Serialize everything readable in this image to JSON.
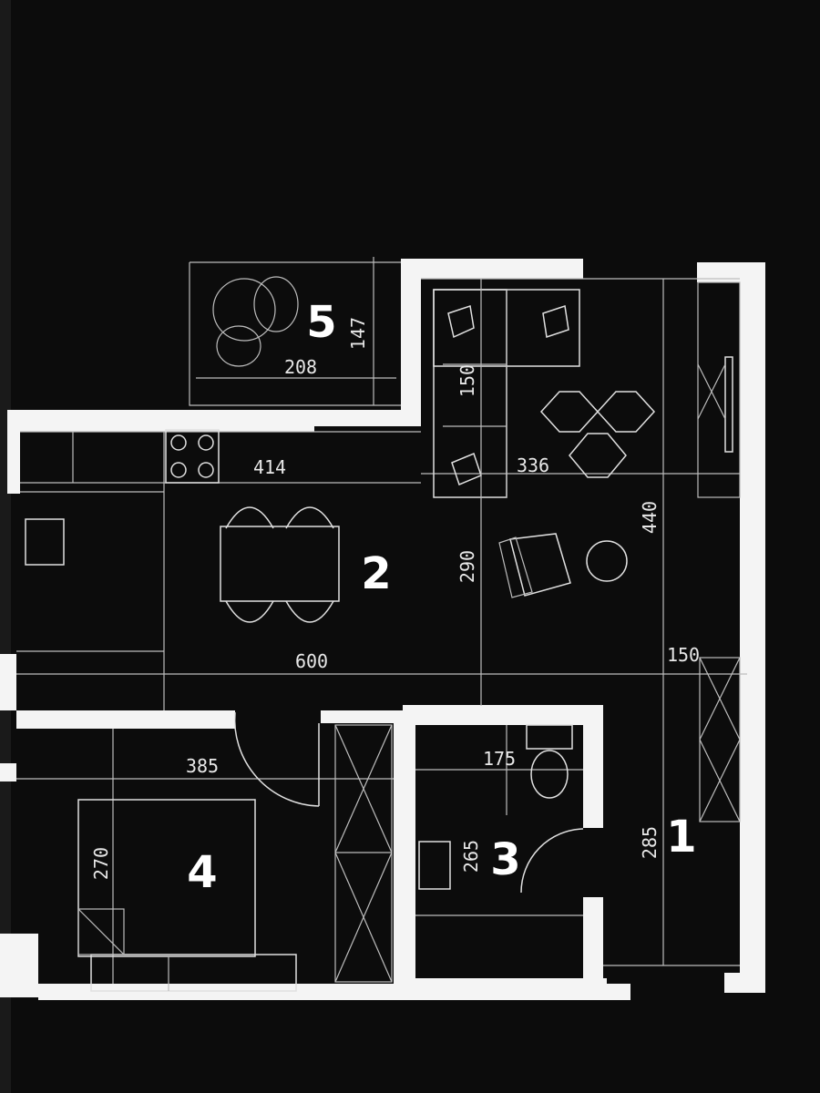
{
  "plan": {
    "rooms": [
      {
        "id": "1"
      },
      {
        "id": "2"
      },
      {
        "id": "3"
      },
      {
        "id": "4"
      },
      {
        "id": "5"
      }
    ],
    "dimensions": {
      "balcony_width": "208",
      "balcony_depth": "147",
      "sofa_depth": "150",
      "kitchen_width": "414",
      "living_width": "336",
      "living_height": "440",
      "dining_height": "290",
      "main_width": "600",
      "hall_width": "150",
      "bedroom_width": "385",
      "bedroom_height": "270",
      "bath_width": "175",
      "bath_height": "265",
      "hall_height": "285"
    },
    "colors": {
      "background": "#0c0c0c",
      "walls": "#f4f4f4",
      "lines": "#bdbdbd"
    }
  }
}
